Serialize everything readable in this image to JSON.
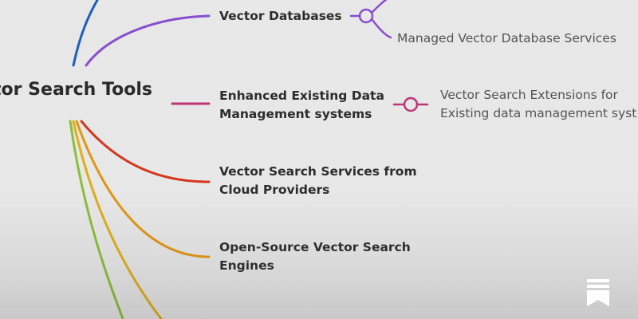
{
  "diagram": {
    "root": {
      "label": "ctor Search Tools"
    },
    "branches": [
      {
        "label": "Vector Databases",
        "color": "#8a4fd4",
        "leaves": [
          "Managed Vector Database Services"
        ]
      },
      {
        "label_lines": [
          "Enhanced Existing Data",
          "Management systems"
        ],
        "color": "#c2357a",
        "leaves_lines": [
          "Vector Search Extensions for",
          "Existing data management syst"
        ]
      },
      {
        "label_lines": [
          "Vector Search Services from",
          "Cloud Providers"
        ],
        "color": "#d9381e"
      },
      {
        "label_lines": [
          "Open-Source Vector Search",
          "Engines"
        ],
        "color": "#e59a16"
      }
    ],
    "extra_edge_colors": [
      "#1f5fc4",
      "#8fc23a",
      "#e2b21b"
    ]
  },
  "icons": {
    "bookmark": "bookmark-icon"
  }
}
